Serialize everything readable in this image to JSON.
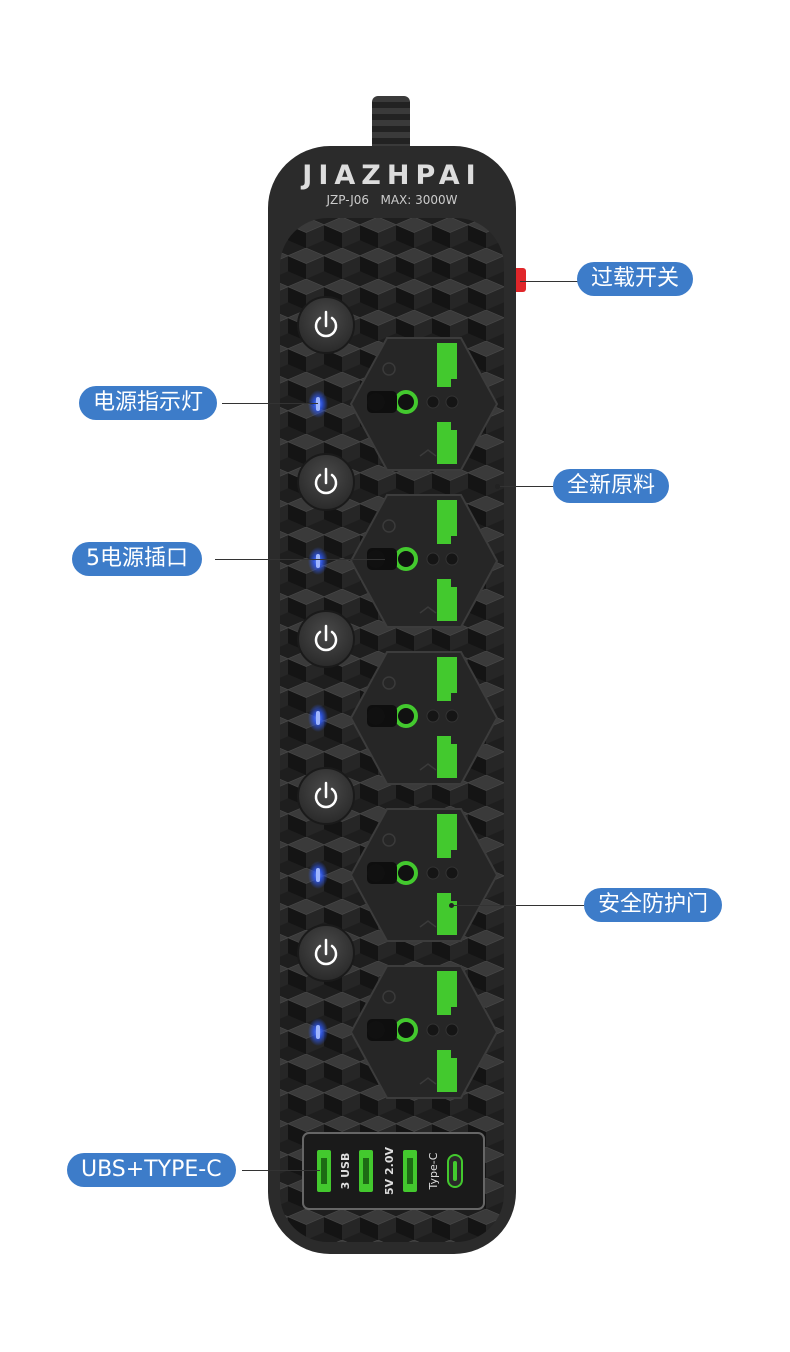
{
  "brand": "JIAZHPAI",
  "model_line": "JZP-J06   MAX: 3000W",
  "usb_labels": [
    "3 USB",
    "5V 2.0V",
    "Type-C"
  ],
  "callouts": {
    "overload_switch": "过载开关",
    "power_indicator": "电源指示灯",
    "new_material": "全新原料",
    "five_sockets": "5电源插口",
    "safety_door": "安全防护门",
    "usb_typec": "UBS+TYPE-C"
  },
  "colors": {
    "callout_bg": "#3d7cc9",
    "body": "#2b2b2b",
    "socket_green": "#43c92e",
    "led_blue": "#2f5cff",
    "overload_red": "#e0262a"
  }
}
